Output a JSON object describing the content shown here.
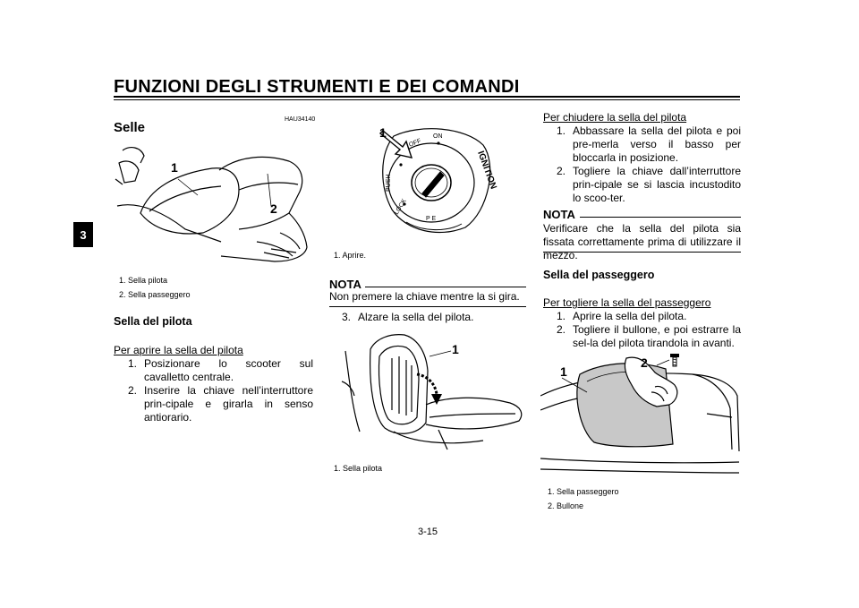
{
  "header": {
    "title": "FUNZIONI DEGLI STRUMENTI E DEI COMANDI",
    "chapter": "3"
  },
  "column1": {
    "code": "HAU34140",
    "section_title": "Selle",
    "figure1": {
      "callout_1": "1",
      "callout_2": "2"
    },
    "captions": [
      "1. Sella pilota",
      "2. Sella passeggero"
    ],
    "subheading": "Sella del pilota",
    "open_heading": "Per aprire la sella del pilota",
    "steps": [
      {
        "num": "1.",
        "text": "Posizionare lo scooter sul cavalletto centrale."
      },
      {
        "num": "2.",
        "text": "Inserire la chiave nell’interruttore prin-cipale e girarla in senso antiorario."
      }
    ]
  },
  "column2": {
    "figure_key": {
      "callout_1": "1",
      "labels": {
        "on": "ON",
        "off": "OFF",
        "lock": "LOCK",
        "pe": "P E",
        "push": "PUSH",
        "ignition": "IGNITION"
      }
    },
    "caption_key": "1. Aprire.",
    "nota_label": "NOTA",
    "nota_text": "Non premere la chiave mentre la si gira.",
    "step3": {
      "num": "3.",
      "text": "Alzare la sella del pilota."
    },
    "figure_seat": {
      "callout_1": "1"
    },
    "caption_seat": "1. Sella pilota"
  },
  "column3": {
    "close_heading": "Per chiudere la sella del pilota",
    "close_steps": [
      {
        "num": "1.",
        "text": "Abbassare la sella del pilota e poi pre-merla verso il basso per bloccarla in posizione."
      },
      {
        "num": "2.",
        "text": "Togliere la chiave dall’interruttore prin-cipale se si lascia incustodito lo scoo-ter."
      }
    ],
    "nota_label": "NOTA",
    "nota_text": "Verificare che la sella del pilota sia fissata correttamente prima di utilizzare il mezzo.",
    "subheading": "Sella del passeggero",
    "remove_heading": "Per togliere la sella del passeggero",
    "remove_steps": [
      {
        "num": "1.",
        "text": "Aprire la sella del pilota."
      },
      {
        "num": "2.",
        "text": "Togliere il bullone, e poi estrarre la sel-la del pilota tirandola in avanti."
      }
    ],
    "figure_passenger": {
      "callout_1": "1",
      "callout_2": "2"
    },
    "captions": [
      "1. Sella passeggero",
      "2. Bullone"
    ]
  },
  "footer": {
    "page_number": "3-15"
  }
}
